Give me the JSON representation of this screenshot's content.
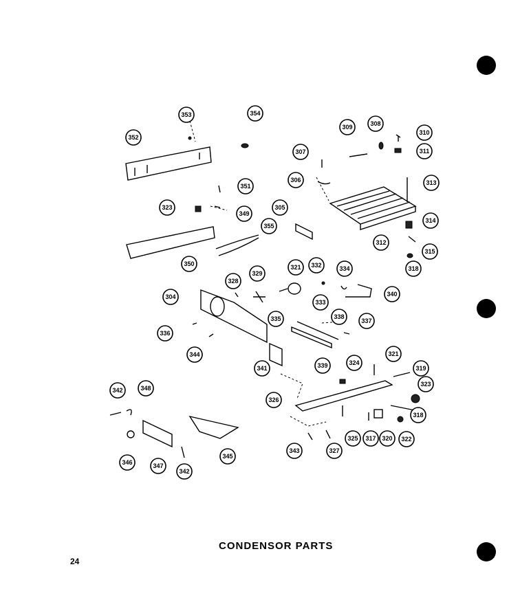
{
  "caption": "CONDENSOR PARTS",
  "page_number": "24",
  "callouts": [
    "353",
    "354",
    "352",
    "309",
    "308",
    "310",
    "307",
    "311",
    "306",
    "313",
    "351",
    "323",
    "349",
    "305",
    "314",
    "355",
    "312",
    "315",
    "350",
    "318",
    "321",
    "332",
    "334",
    "328",
    "329",
    "304",
    "340",
    "333",
    "335",
    "338",
    "337",
    "336",
    "344",
    "339",
    "341",
    "324",
    "321",
    "319",
    "342",
    "348",
    "326",
    "323",
    "318",
    "345",
    "346",
    "347",
    "342",
    "343",
    "327",
    "325",
    "317",
    "320",
    "322"
  ]
}
